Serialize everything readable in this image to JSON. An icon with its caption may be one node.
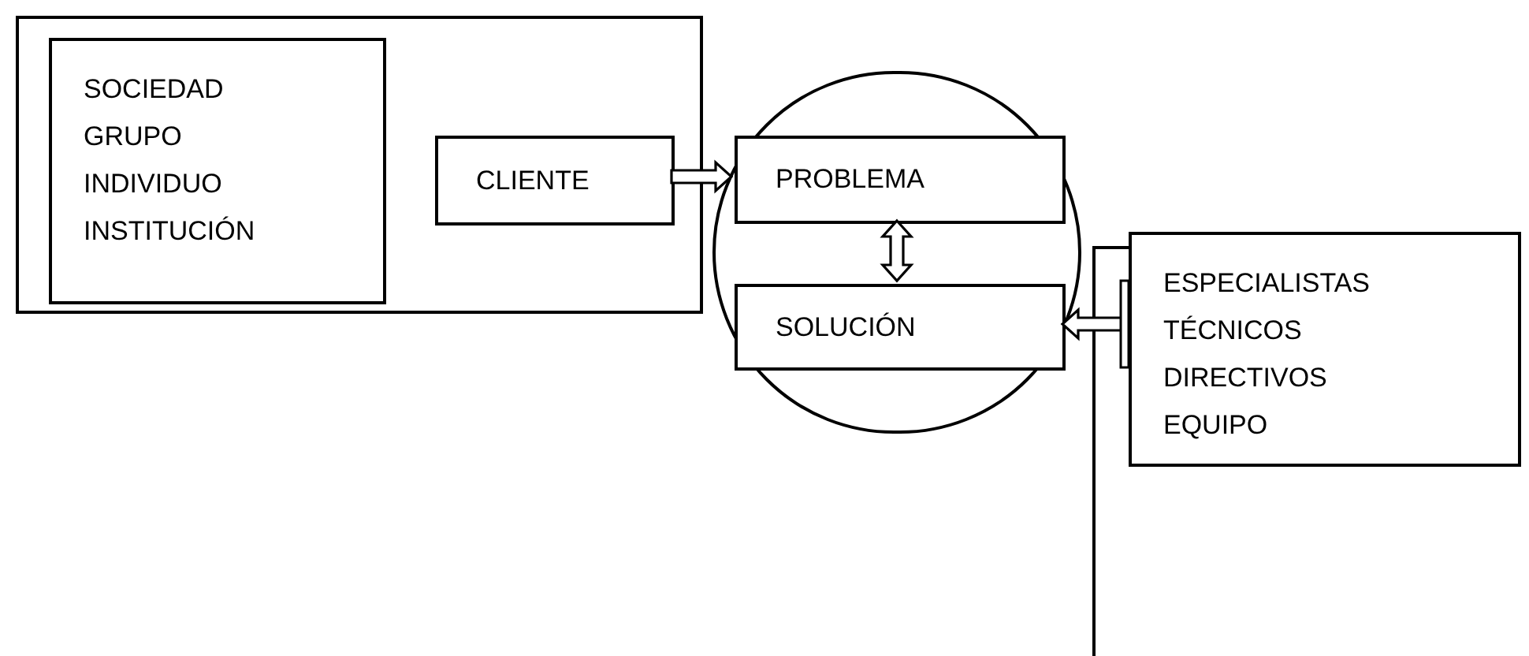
{
  "diagram": {
    "nodes": [
      {
        "text": [],
        "shape": "box"
      },
      {
        "text": [
          "SOCIEDAD GRUPO INDIVIDUO INSTITUCIÓN"
        ],
        "in": 0
      },
      {
        "text": [
          "CLIENTE"
        ],
        "in": 0
      },
      {
        "text": [],
        "shape": "circle"
      },
      {
        "text": [
          "PROBLEMA"
        ],
        "in": 3
      },
      {
        "text": [
          "SOLUCIÓN"
        ],
        "in": 3
      },
      {
        "text": [],
        "shape": "box"
      },
      {
        "text": [
          "ESPECIALISTAS TÉCNICOS DIRECTIVOS EQUIPO"
        ]
      }
    ],
    "edges": [
      {
        "from": 2,
        "to": 4,
        "arrow": "to"
      },
      {
        "from": 4,
        "to": 5,
        "arrow": "both"
      },
      {
        "from": 7,
        "to": 5,
        "arrow": "to"
      }
    ]
  }
}
